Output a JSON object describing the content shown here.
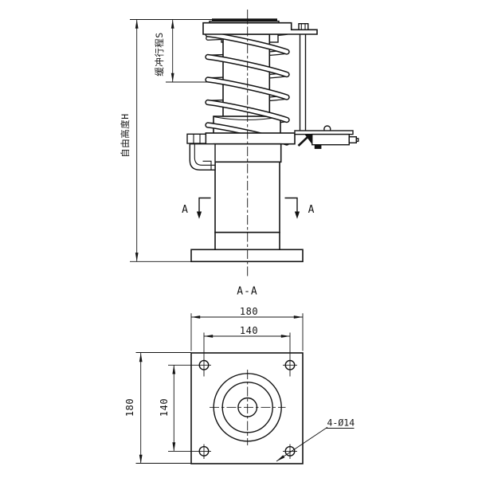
{
  "drawing": {
    "background": "#ffffff",
    "line_color": "#141414",
    "dark_fill_color": "#111111",
    "front_view": {
      "free_height_label": "自由高度H",
      "buffer_stroke_label": "缓冲行程S",
      "cut_label_left": "A",
      "cut_label_right": "A"
    },
    "section_view": {
      "title": "A-A",
      "outer_width": "180",
      "hole_spacing_width": "140",
      "outer_height": "180",
      "hole_spacing_height": "140",
      "holes_note": "4-Ø14"
    }
  }
}
